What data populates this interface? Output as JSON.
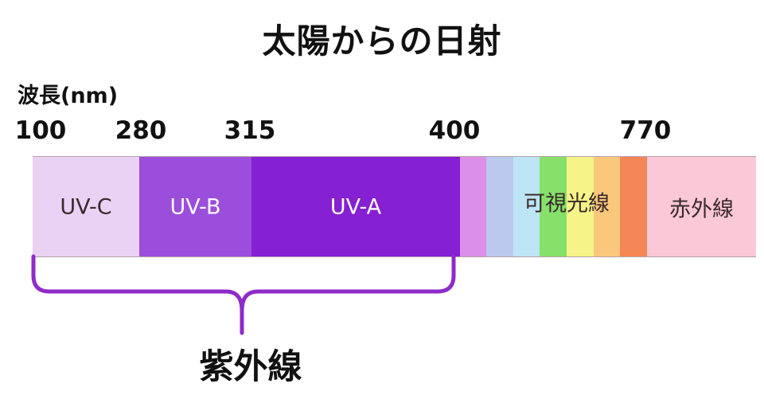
{
  "title": "太陽からの日射",
  "unit_label": "波長(nm)",
  "ticks": [
    {
      "label": "100",
      "value": 100
    },
    {
      "label": "280",
      "value": 280
    },
    {
      "label": "315",
      "value": 315
    },
    {
      "label": "400",
      "value": 400
    },
    {
      "label": "770",
      "value": 770
    }
  ],
  "bands": {
    "uvc": {
      "label": "UV-C",
      "color": "#ead2f5",
      "text_color": "#3a2a2a"
    },
    "uvb": {
      "label": "UV-B",
      "color": "#9b4edb",
      "text_color": "#ffffff"
    },
    "uva": {
      "label": "UV-A",
      "color": "#8520d3",
      "text_color": "#ffffff"
    },
    "visible": {
      "label": "可視光線",
      "colors": [
        "#dc8fe8",
        "#bbc9ef",
        "#bde5f5",
        "#86e06a",
        "#f6f488",
        "#f9c87c",
        "#f58655"
      ]
    },
    "infrared": {
      "label": "赤外線",
      "color": "#fbc8d8",
      "text_color": "#3a2a2a"
    }
  },
  "uv_group": {
    "label": "紫外線",
    "bracket_color": "#8e2bc9"
  }
}
